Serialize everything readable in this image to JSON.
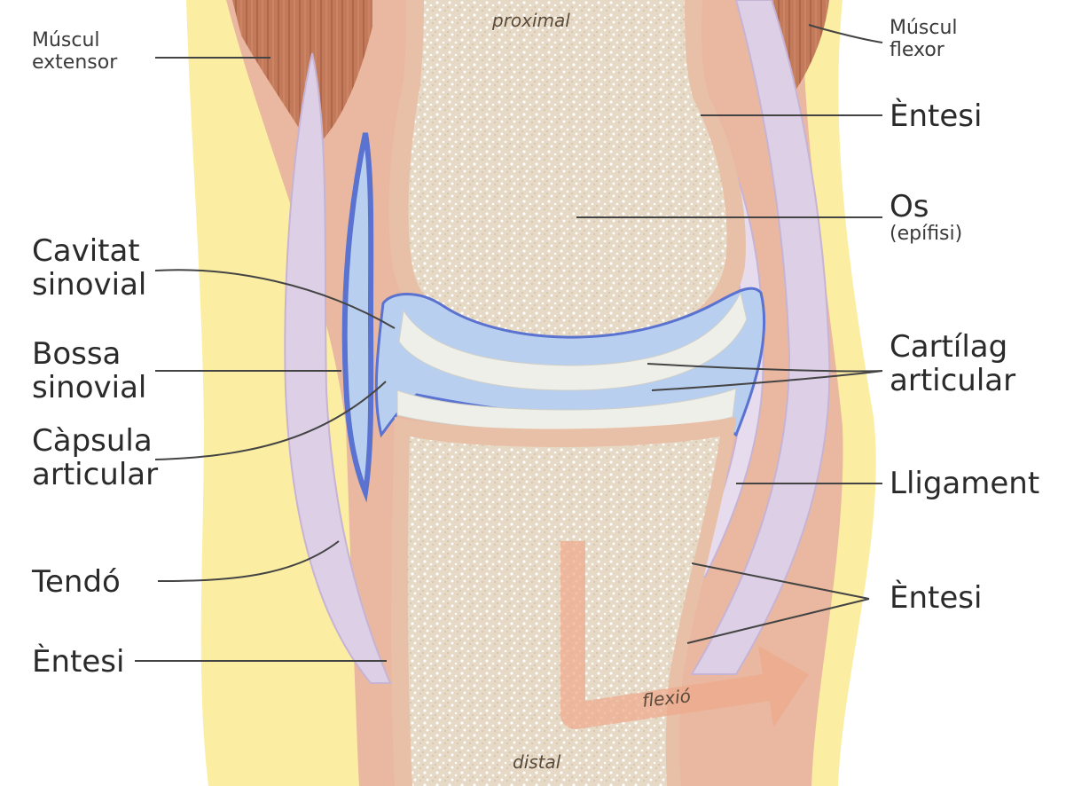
{
  "labels": {
    "proximal": "proximal",
    "distal": "distal",
    "flexio": "flexió",
    "muscul_extensor": [
      "Múscul",
      "extensor"
    ],
    "muscul_flexor": [
      "Múscul",
      "flexor"
    ],
    "entesi_top": "Èntesi",
    "os": [
      "Os",
      "(epífisi)"
    ],
    "cavitat_sinovial": [
      "Cavitat",
      "sinovial"
    ],
    "cartilag_articular": [
      "Cartílag",
      "articular"
    ],
    "bossa_sinovial": [
      "Bossa",
      "sinovial"
    ],
    "capsula_articular": [
      "Càpsula",
      "articular"
    ],
    "lligament": "Lligament",
    "tendo": "Tendó",
    "entesi_right": "Èntesi",
    "entesi_left": "Èntesi"
  },
  "colors": {
    "fat": "#fbeea3",
    "soft_tissue": "#eab8a0",
    "muscle": "#c27a5a",
    "bone_fill": "#e6d9c6",
    "bone_rim": "#e8c0a8",
    "cartilage": "#efefea",
    "tendon": "#ddd0e6",
    "synovial": "#b8cff0",
    "synovial_edge": "#5a72d0",
    "leader_line": "#444444"
  }
}
